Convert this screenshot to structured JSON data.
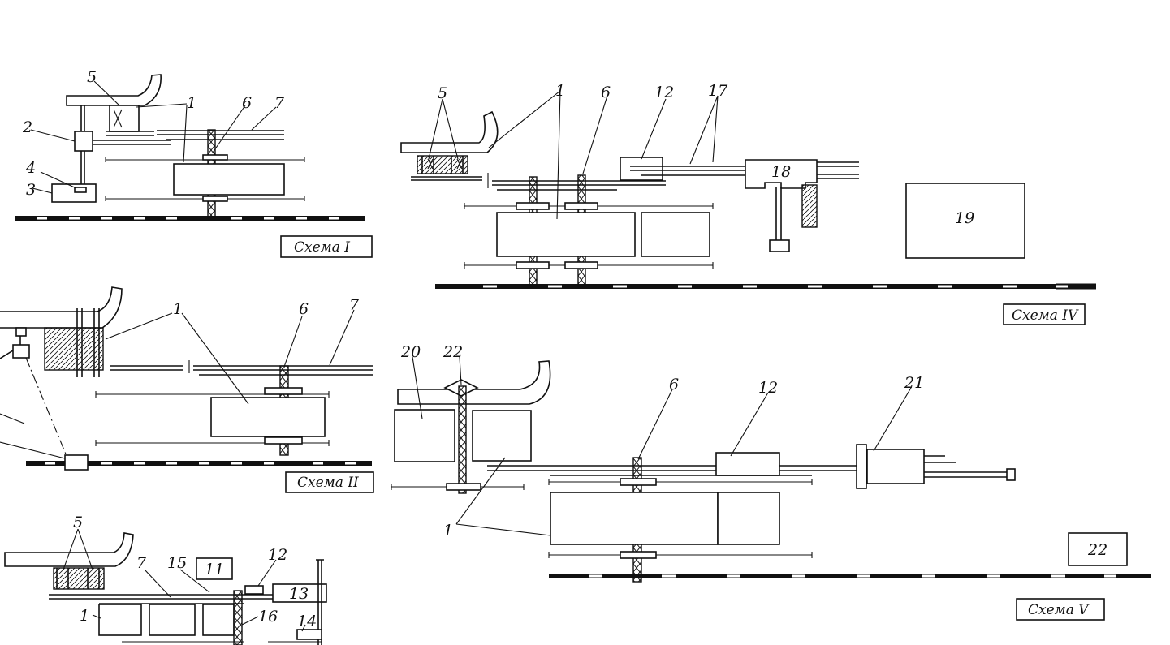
{
  "schemes": {
    "s1": {
      "caption": "Схема I",
      "labels": {
        "l1": "1",
        "l2": "2",
        "l3": "3",
        "l4": "4",
        "l5": "5",
        "l6": "6",
        "l7": "7"
      }
    },
    "s2": {
      "caption": "Схема II",
      "labels": {
        "l1": "1",
        "l6": "6",
        "l7": "7"
      }
    },
    "s3": {
      "labels": {
        "l1": "1",
        "l5": "5",
        "l7": "7",
        "l11": "11",
        "l12": "12",
        "l13": "13",
        "l14": "14",
        "l15": "15",
        "l16": "16"
      }
    },
    "s4": {
      "caption": "Схема IV",
      "labels": {
        "l1": "1",
        "l5": "5",
        "l6": "6",
        "l12": "12",
        "l17": "17",
        "l18": "18",
        "l19": "19"
      }
    },
    "s5": {
      "caption": "Схема V",
      "labels": {
        "l1": "1",
        "l6": "6",
        "l12": "12",
        "l20": "20",
        "l21": "21",
        "l22": "22",
        "box22": "22"
      }
    }
  }
}
